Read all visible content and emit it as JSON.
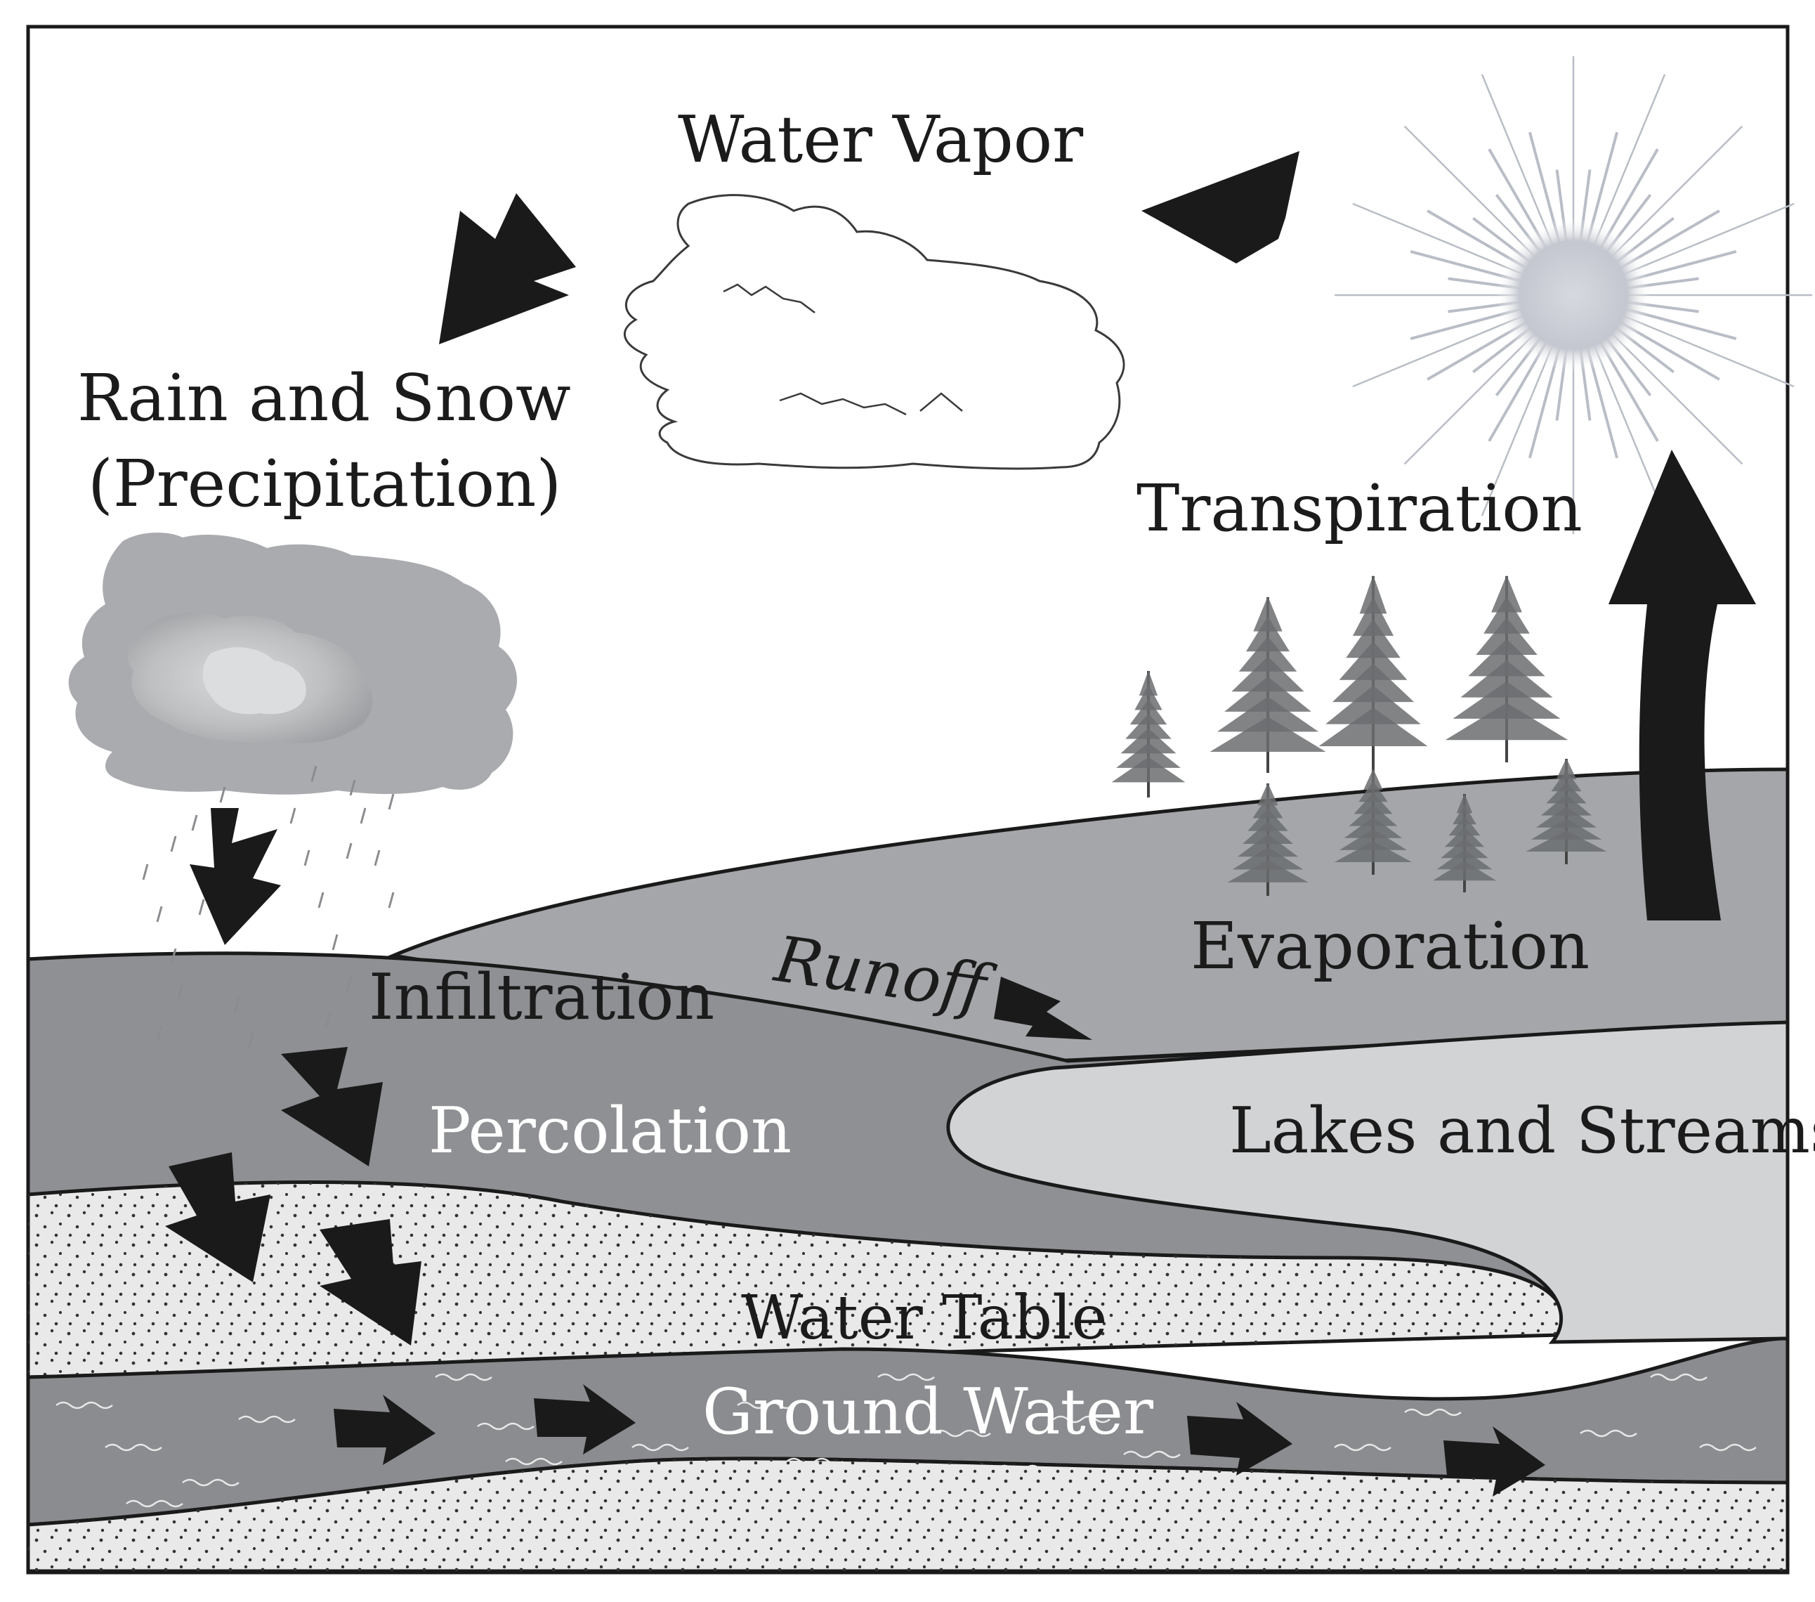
{
  "labels": {
    "water_vapor": "Water Vapor",
    "rain_and_snow": "Rain and Snow",
    "precipitation": "(Precipitation)",
    "transpiration": "Transpiration",
    "evaporation": "Evaporation",
    "runoff": "Runoff",
    "infiltration": "Infiltration",
    "percolation": "Percolation",
    "lakes_and_streams": "Lakes and Streams",
    "water_table": "Water Table",
    "ground_water": "Ground Water"
  },
  "colors": {
    "hill": "#a4a6a9",
    "topsoil": "#8e9093",
    "lake": "#d2d3d5",
    "sand": "#e9e9e9",
    "groundwater": "#8a8c8f",
    "outline": "#1a1a1a",
    "arrow": "#1a1a1a",
    "sun": "#b9bdc6",
    "rain_cloud": "#a9abae",
    "tree": "#6b6d70"
  }
}
